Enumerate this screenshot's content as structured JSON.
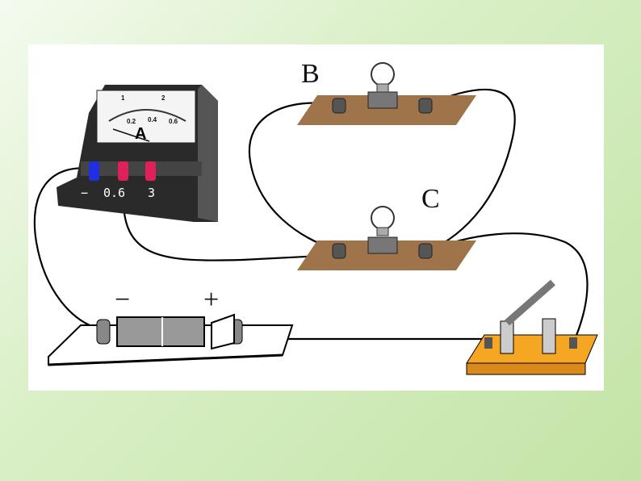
{
  "labels": {
    "bulb_b": "B",
    "bulb_c": "C"
  },
  "ammeter": {
    "symbol": "A",
    "terminals": [
      "−",
      "0.6",
      "3"
    ],
    "scale_top": [
      "1",
      "2"
    ],
    "scale_bottom": [
      "0.2",
      "0.4",
      "0.6"
    ]
  },
  "battery": {
    "negative": "−",
    "positive": "+"
  },
  "colors": {
    "board": "#a0744a",
    "switch_base": "#f5a623",
    "terminal_blue": "#2030e0",
    "terminal_red": "#e0205a"
  }
}
